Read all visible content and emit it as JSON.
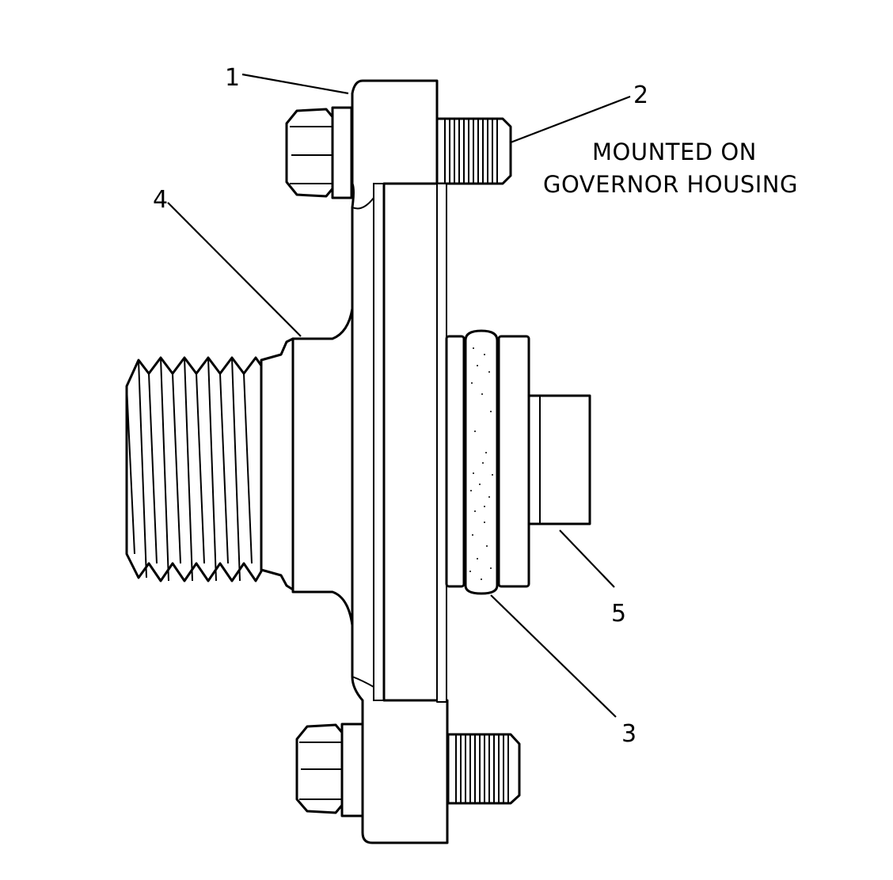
{
  "caption": {
    "line1": "MOUNTED ON",
    "line2": "GOVERNOR HOUSING"
  },
  "callouts": [
    {
      "id": "1",
      "label": "1"
    },
    {
      "id": "2",
      "label": "2"
    },
    {
      "id": "3",
      "label": "3"
    },
    {
      "id": "4",
      "label": "4"
    },
    {
      "id": "5",
      "label": "5"
    }
  ]
}
